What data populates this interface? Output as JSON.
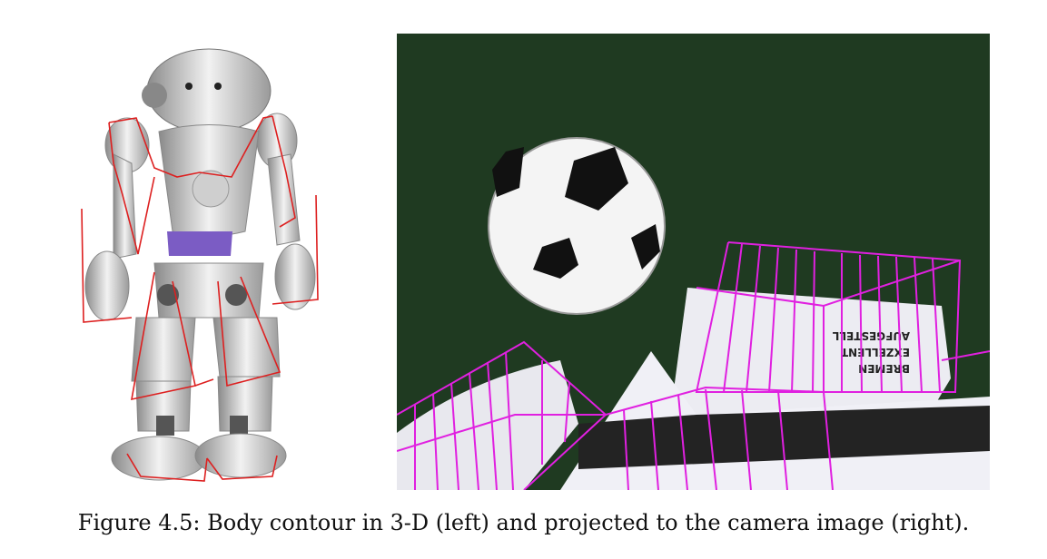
{
  "figure": {
    "caption": "Figure 4.5: Body contour in 3-D (left) and projected to the camera image (right).",
    "panels": [
      {
        "id": "left",
        "content": "NAO robot model with red body contour"
      },
      {
        "id": "right",
        "content": "Camera image with magenta projected contour"
      }
    ],
    "label_text_on_robot_legs": "BREMEN EXZELLENT AUFGESTELL",
    "contour_colors": {
      "left": "#dd2020",
      "right": "#e020e0"
    },
    "background_colors": {
      "field": "#1f3a21"
    }
  }
}
